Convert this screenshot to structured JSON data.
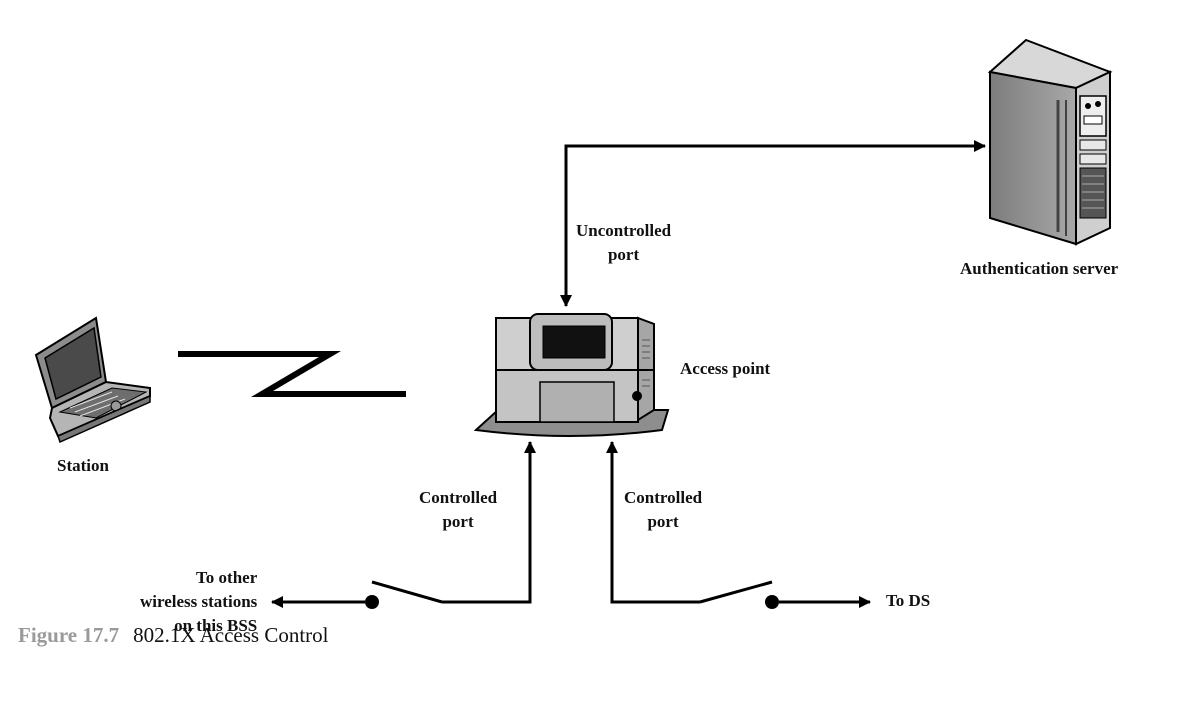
{
  "labels": {
    "uncontrolled_port": [
      "Uncontrolled",
      "port"
    ],
    "authentication_server": "Authentication server",
    "access_point": "Access point",
    "station": "Station",
    "controlled_port_left": [
      "Controlled",
      "port"
    ],
    "controlled_port_right": [
      "Controlled",
      "port"
    ],
    "to_other_stations": [
      "To other",
      "wireless stations",
      "on this BSS"
    ],
    "to_ds": "To DS"
  },
  "caption": {
    "number": "Figure 17.7",
    "title": "802.1X Access Control"
  },
  "icons": [
    "laptop-icon",
    "access-point-icon",
    "server-tower-icon"
  ]
}
